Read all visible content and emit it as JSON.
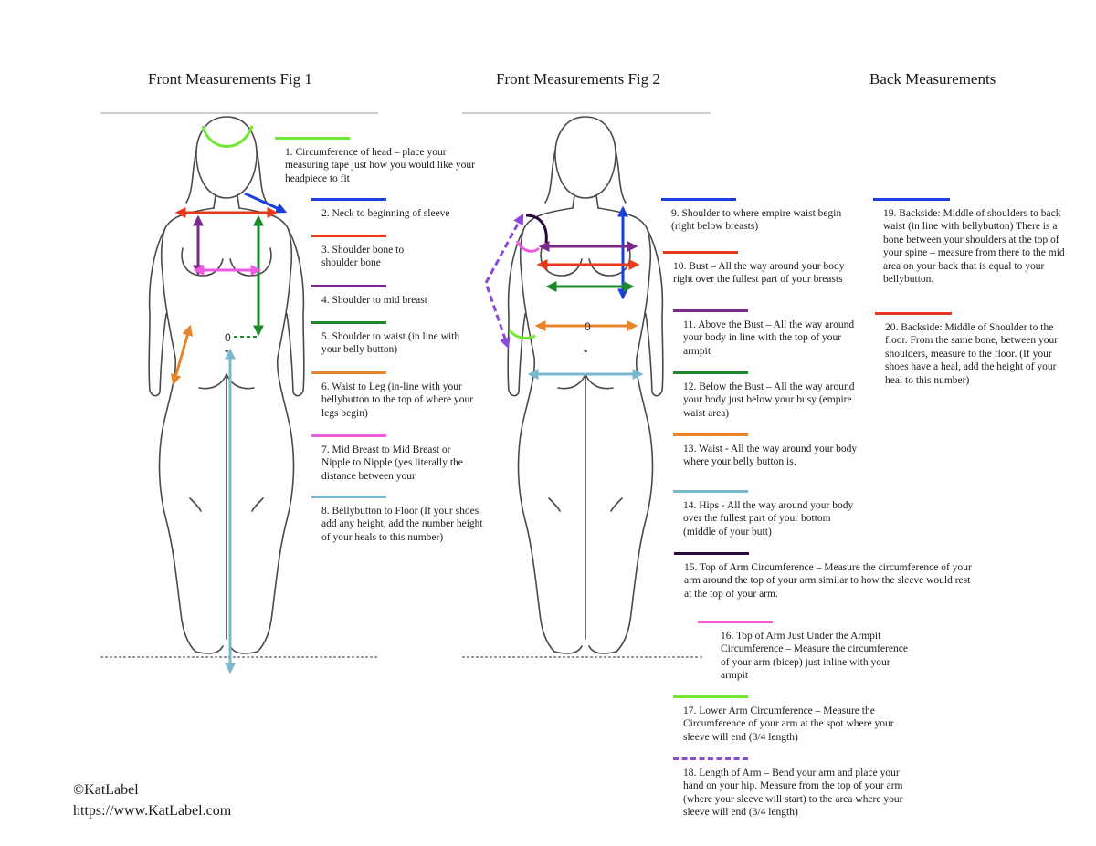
{
  "titles": {
    "fig1": "Front Measurements Fig 1",
    "fig2": "Front Measurements Fig 2",
    "back": "Back Measurements"
  },
  "figure_markers": {
    "fig1_zero": "0",
    "fig2_zero": "0"
  },
  "legend": [
    {
      "color": "#6ee830",
      "text": "1. Circumference of head – place your measuring tape just how you would like your headpiece to fit"
    },
    {
      "color": "#1a3fdd",
      "text": "2. Neck to beginning of sleeve"
    },
    {
      "color": "#e83a1a",
      "text": "3. Shoulder bone to shoulder bone"
    },
    {
      "color": "#7a2a8a",
      "text": "4. Shoulder to mid breast"
    },
    {
      "color": "#1a8a2a",
      "text": "5. Shoulder to waist (in line with your belly button)"
    },
    {
      "color": "#e8842a",
      "text": "6. Waist to Leg (in-line with your bellybutton to the top of where your legs begin)"
    },
    {
      "color": "#f05ae0",
      "text": "7. Mid Breast to Mid Breast or Nipple to Nipple (yes literally the distance between your"
    },
    {
      "color": "#7ab8d0",
      "text": "8. Bellybutton to Floor (If your shoes add any height, add the number height of your heals to this number)"
    },
    {
      "color": "#1a3fdd",
      "text": "9. Shoulder to where empire waist begin (right below breasts)"
    },
    {
      "color": "#e83a1a",
      "text": "10. Bust – All the way around your body right over the fullest part of your breasts"
    },
    {
      "color": "#7a2a8a",
      "text": "11. Above the Bust – All the way around your body in line with the top of your armpit"
    },
    {
      "color": "#1a8a2a",
      "text": "12. Below the Bust – All the way around your body just below your busy (empire waist area)"
    },
    {
      "color": "#e8842a",
      "text": "13. Waist - All the way around your body where your belly button is."
    },
    {
      "color": "#7ab8d0",
      "text": "14. Hips - All the way around your body over the fullest part of your bottom (middle of your butt)"
    },
    {
      "color": "#2a0a3a",
      "text": "15. Top of Arm Circumference – Measure the circumference of your arm around the top of your arm similar to how the sleeve would rest at the top of your arm."
    },
    {
      "color": "#f05ae0",
      "text": "16. Top of Arm Just Under the Armpit Circumference – Measure the circumference of your arm (bicep) just inline with your armpit"
    },
    {
      "color": "#6ee830",
      "text": "17. Lower Arm Circumference – Measure the Circumference of your arm at the spot where your sleeve will end  (3/4 length)"
    },
    {
      "color": "#8a4ad8",
      "dashed": true,
      "text": "18. Length of Arm – Bend your arm and place your hand on your hip.  Measure from the top of your arm (where your sleeve will start) to the area where your sleeve will end (3/4 length)"
    },
    {
      "color": "#1a3fdd",
      "text": "19. Backside: Middle of shoulders to back waist (in line with bellybutton) There is a bone between your shoulders at the top of your spine – measure from there to the mid area on your back that is equal to your bellybutton."
    },
    {
      "color": "#e83a1a",
      "text": "20. Backside: Middle of Shoulder to the floor.  From the same bone, between your shoulders, measure to the floor.  (If your shoes have a heal, add the height of your heal to this number)"
    }
  ],
  "credit": {
    "line1": "©KatLabel",
    "line2": "https://www.KatLabel.com"
  }
}
